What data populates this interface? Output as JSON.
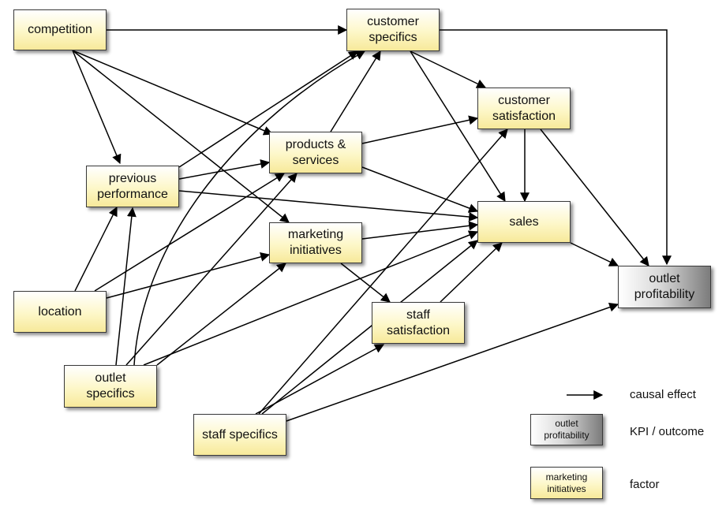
{
  "nodes": [
    {
      "id": "competition",
      "label": "competition",
      "kind": "factor"
    },
    {
      "id": "customer_specifics",
      "label": "customer\nspecifics",
      "kind": "factor"
    },
    {
      "id": "customer_satisfaction",
      "label": "customer\nsatisfaction",
      "kind": "factor"
    },
    {
      "id": "products_services",
      "label": "products &\nservices",
      "kind": "factor"
    },
    {
      "id": "previous_performance",
      "label": "previous\nperformance",
      "kind": "factor"
    },
    {
      "id": "sales",
      "label": "sales",
      "kind": "factor"
    },
    {
      "id": "marketing_initiatives",
      "label": "marketing\ninitiatives",
      "kind": "factor"
    },
    {
      "id": "outlet_profitability",
      "label": "outlet\nprofitability",
      "kind": "kpi"
    },
    {
      "id": "location",
      "label": "location",
      "kind": "factor"
    },
    {
      "id": "staff_satisfaction",
      "label": "staff\nsatisfaction",
      "kind": "factor"
    },
    {
      "id": "outlet_specifics",
      "label": "outlet\nspecifics",
      "kind": "factor"
    },
    {
      "id": "staff_specifics",
      "label": "staff specifics",
      "kind": "factor"
    }
  ],
  "edges": [
    {
      "from": "competition",
      "to": "customer_specifics"
    },
    {
      "from": "competition",
      "to": "previous_performance"
    },
    {
      "from": "competition",
      "to": "products_services"
    },
    {
      "from": "competition",
      "to": "marketing_initiatives"
    },
    {
      "from": "customer_specifics",
      "to": "outlet_profitability"
    },
    {
      "from": "customer_specifics",
      "to": "customer_satisfaction"
    },
    {
      "from": "customer_specifics",
      "to": "sales"
    },
    {
      "from": "customer_satisfaction",
      "to": "sales"
    },
    {
      "from": "customer_satisfaction",
      "to": "outlet_profitability"
    },
    {
      "from": "products_services",
      "to": "customer_specifics"
    },
    {
      "from": "products_services",
      "to": "customer_satisfaction"
    },
    {
      "from": "products_services",
      "to": "sales"
    },
    {
      "from": "previous_performance",
      "to": "customer_specifics"
    },
    {
      "from": "previous_performance",
      "to": "products_services"
    },
    {
      "from": "previous_performance",
      "to": "sales"
    },
    {
      "from": "marketing_initiatives",
      "to": "sales"
    },
    {
      "from": "marketing_initiatives",
      "to": "staff_satisfaction"
    },
    {
      "from": "sales",
      "to": "outlet_profitability"
    },
    {
      "from": "location",
      "to": "previous_performance"
    },
    {
      "from": "location",
      "to": "products_services"
    },
    {
      "from": "location",
      "to": "marketing_initiatives"
    },
    {
      "from": "staff_satisfaction",
      "to": "sales"
    },
    {
      "from": "outlet_specifics",
      "to": "previous_performance"
    },
    {
      "from": "outlet_specifics",
      "to": "customer_specifics"
    },
    {
      "from": "outlet_specifics",
      "to": "products_services"
    },
    {
      "from": "outlet_specifics",
      "to": "marketing_initiatives"
    },
    {
      "from": "outlet_specifics",
      "to": "sales"
    },
    {
      "from": "staff_specifics",
      "to": "customer_satisfaction"
    },
    {
      "from": "staff_specifics",
      "to": "sales"
    },
    {
      "from": "staff_specifics",
      "to": "staff_satisfaction"
    },
    {
      "from": "staff_specifics",
      "to": "outlet_profitability"
    }
  ],
  "legend": {
    "arrow_label": "causal effect",
    "kpi_sample_label": "outlet\nprofitability",
    "kpi_label": "KPI / outcome",
    "factor_sample_label": "marketing\ninitiatives",
    "factor_label": "factor"
  },
  "colors": {
    "factor_fill": "#f7e99a",
    "kpi_fill": "#7c7c7c",
    "border": "#3a3a3a",
    "arrow": "#000000"
  }
}
